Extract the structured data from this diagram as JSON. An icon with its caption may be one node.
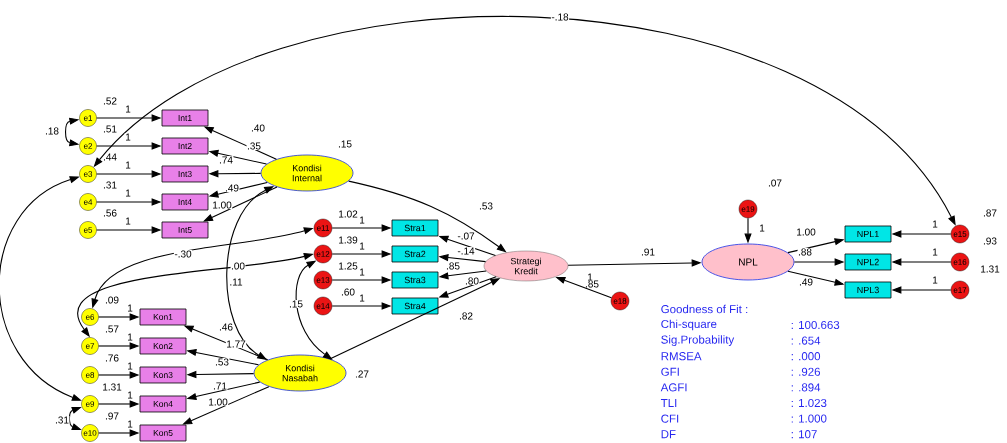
{
  "diagram": {
    "nodes": [
      {
        "text": [
          "e1"
        ],
        "beside": [
          ".52"
        ]
      },
      {
        "text": [
          "e2"
        ],
        "beside": [
          ".51"
        ]
      },
      {
        "text": [
          "e3"
        ],
        "beside": [
          ".44"
        ]
      },
      {
        "text": [
          "e4"
        ],
        "beside": [
          ".31"
        ]
      },
      {
        "text": [
          "e5"
        ],
        "beside": [
          ".56"
        ]
      },
      {
        "text": [
          "Int1"
        ]
      },
      {
        "text": [
          "Int2"
        ]
      },
      {
        "text": [
          "Int3"
        ]
      },
      {
        "text": [
          "Int4"
        ]
      },
      {
        "text": [
          "Int5"
        ]
      },
      {
        "text": [
          "Kondisi Internal"
        ],
        "beside": [
          ".15"
        ]
      },
      {
        "text": [
          "e6"
        ],
        "beside": [
          ".09"
        ]
      },
      {
        "text": [
          "e7"
        ],
        "beside": [
          ".57"
        ]
      },
      {
        "text": [
          "e8"
        ],
        "beside": [
          ".76"
        ]
      },
      {
        "text": [
          "e9"
        ],
        "beside": [
          "1.31"
        ]
      },
      {
        "text": [
          "e10"
        ],
        "beside": [
          ".97"
        ]
      },
      {
        "text": [
          "Kon1"
        ]
      },
      {
        "text": [
          "Kon2"
        ]
      },
      {
        "text": [
          "Kon3"
        ]
      },
      {
        "text": [
          "Kon4"
        ]
      },
      {
        "text": [
          "Kon5"
        ]
      },
      {
        "text": [
          "Kondisi Nasabah"
        ],
        "beside": [
          ".27"
        ]
      },
      {
        "text": [
          "e11"
        ],
        "beside": [
          "1.02"
        ]
      },
      {
        "text": [
          "e12"
        ],
        "beside": [
          "1.39"
        ]
      },
      {
        "text": [
          "e13"
        ],
        "beside": [
          "1.25"
        ]
      },
      {
        "text": [
          "e14"
        ],
        "beside": [
          ".60"
        ]
      },
      {
        "text": [
          "Stra1"
        ]
      },
      {
        "text": [
          "Stra2"
        ]
      },
      {
        "text": [
          "Stra3"
        ]
      },
      {
        "text": [
          "Stra4"
        ]
      },
      {
        "text": [
          "Strategi Kredit"
        ],
        "beside": [
          ".85"
        ]
      },
      {
        "text": [
          "e18"
        ]
      },
      {
        "text": [
          "NPL"
        ]
      },
      {
        "text": [
          "e19"
        ],
        "beside": [
          ".07"
        ]
      },
      {
        "text": [
          "NPL1"
        ]
      },
      {
        "text": [
          "NPL2"
        ]
      },
      {
        "text": [
          "NPL3"
        ]
      },
      {
        "text": [
          "e15"
        ],
        "beside": [
          ".87"
        ]
      },
      {
        "text": [
          "e16"
        ],
        "beside": [
          ".93"
        ]
      },
      {
        "text": [
          "e17"
        ],
        "beside": [
          "1.31"
        ]
      }
    ],
    "edges": [
      {
        "from": 0,
        "to": 5,
        "arrow": "to",
        "label": "1"
      },
      {
        "from": 1,
        "to": 6,
        "arrow": "to",
        "label": "1"
      },
      {
        "from": 2,
        "to": 7,
        "arrow": "to",
        "label": "1"
      },
      {
        "from": 3,
        "to": 8,
        "arrow": "to",
        "label": "1"
      },
      {
        "from": 4,
        "to": 9,
        "arrow": "to",
        "label": "1"
      },
      {
        "from": 10,
        "to": 5,
        "arrow": "to",
        "label": ".40"
      },
      {
        "from": 10,
        "to": 6,
        "arrow": "to",
        "label": ".35"
      },
      {
        "from": 10,
        "to": 7,
        "arrow": "to",
        "label": ".74"
      },
      {
        "from": 10,
        "to": 8,
        "arrow": "to",
        "label": ".49"
      },
      {
        "from": 10,
        "to": 9,
        "arrow": "to",
        "label": "1.00"
      },
      {
        "from": 11,
        "to": 16,
        "arrow": "to",
        "label": "1"
      },
      {
        "from": 12,
        "to": 17,
        "arrow": "to",
        "label": "1"
      },
      {
        "from": 13,
        "to": 18,
        "arrow": "to",
        "label": "1"
      },
      {
        "from": 14,
        "to": 19,
        "arrow": "to",
        "label": "1"
      },
      {
        "from": 15,
        "to": 20,
        "arrow": "to",
        "label": "1"
      },
      {
        "from": 21,
        "to": 16,
        "arrow": "to",
        "label": ".46"
      },
      {
        "from": 21,
        "to": 17,
        "arrow": "to",
        "label": "1.77"
      },
      {
        "from": 21,
        "to": 18,
        "arrow": "to",
        "label": ".53"
      },
      {
        "from": 21,
        "to": 19,
        "arrow": "to",
        "label": ".71"
      },
      {
        "from": 21,
        "to": 20,
        "arrow": "to",
        "label": "1.00"
      },
      {
        "from": 22,
        "to": 26,
        "arrow": "to",
        "label": "1"
      },
      {
        "from": 23,
        "to": 27,
        "arrow": "to",
        "label": "1"
      },
      {
        "from": 24,
        "to": 28,
        "arrow": "to",
        "label": "1"
      },
      {
        "from": 25,
        "to": 29,
        "arrow": "to",
        "label": "1"
      },
      {
        "from": 30,
        "to": 26,
        "arrow": "to",
        "label": "-.07"
      },
      {
        "from": 30,
        "to": 27,
        "arrow": "to",
        "label": "-.14"
      },
      {
        "from": 30,
        "to": 28,
        "arrow": "to",
        "label": ".80"
      },
      {
        "from": 30,
        "to": 29,
        "arrow": "to",
        "label": ".82"
      },
      {
        "from": 10,
        "to": 30,
        "arrow": "to",
        "label": ".53"
      },
      {
        "from": 21,
        "to": 30,
        "arrow": "to"
      },
      {
        "from": 31,
        "to": 30,
        "arrow": "to",
        "label": "1"
      },
      {
        "from": 30,
        "to": 32,
        "arrow": "to",
        "label": ".91"
      },
      {
        "from": 33,
        "to": 32,
        "arrow": "to",
        "label": "1"
      },
      {
        "from": 32,
        "to": 34,
        "arrow": "to",
        "label": "1.00"
      },
      {
        "from": 32,
        "to": 35,
        "arrow": "to",
        "label": ".88"
      },
      {
        "from": 32,
        "to": 36,
        "arrow": "to",
        "label": ".49"
      },
      {
        "from": 37,
        "to": 34,
        "arrow": "to",
        "label": "1"
      },
      {
        "from": 38,
        "to": 35,
        "arrow": "to",
        "label": "1"
      },
      {
        "from": 39,
        "to": 36,
        "arrow": "to",
        "label": "1"
      },
      {
        "from": 0,
        "to": 1,
        "arrow": "both",
        "label": ".18"
      },
      {
        "from": 14,
        "to": 15,
        "arrow": "both",
        "label": ".31"
      },
      {
        "from": 2,
        "to": 37,
        "arrow": "both",
        "label": "-.18"
      },
      {
        "from": 2,
        "to": 14,
        "arrow": "both"
      },
      {
        "from": 22,
        "to": 11,
        "arrow": "both",
        "label": "-.30"
      },
      {
        "from": 23,
        "to": 12,
        "arrow": "both",
        "label": ".00"
      },
      {
        "from": 10,
        "to": 21,
        "arrow": "both",
        "label": ".11"
      },
      {
        "from": 23,
        "to": 21,
        "arrow": "both",
        "label": ".15"
      }
    ],
    "labels": [
      ".85",
      "Goodness of Fit :",
      "Chi-square",
      ": 100.663",
      "Sig.Probability",
      ": .654",
      "RMSEA",
      ": .000",
      "GFI",
      ": .926",
      "AGFI",
      ": .894",
      "TLI",
      ": 1.023",
      "CFI",
      ": 1.000",
      "DF",
      ": 107"
    ]
  }
}
